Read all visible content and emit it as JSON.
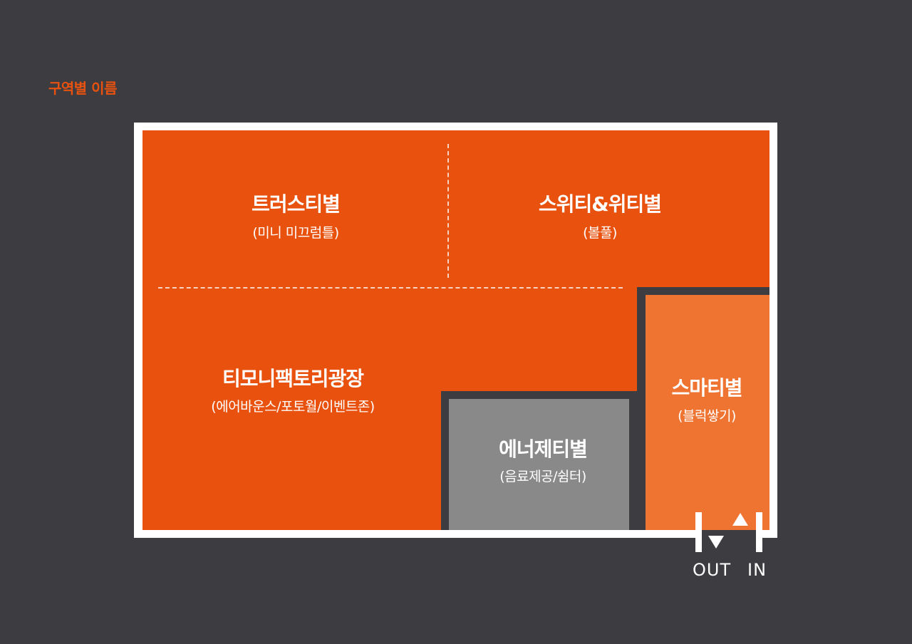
{
  "title": "구역별 이름",
  "zones": {
    "trusty": {
      "name": "트러스티별",
      "sub": "(미니 미끄럼틀)"
    },
    "swity_witty": {
      "name": "스위티&위티별",
      "sub": "(볼풀)"
    },
    "timoni": {
      "name": "티모니팩토리광장",
      "sub": "(에어바운스/포토월/이벤트존)"
    },
    "smarti": {
      "name": "스마티별",
      "sub": "(블럭쌓기)"
    },
    "energy": {
      "name": "에너제티별",
      "sub": "(음료제공/쉼터)"
    }
  },
  "gates": {
    "out": "OUT",
    "in": "IN"
  },
  "colors": {
    "background": "#3d3c41",
    "zone_main": "#e8520e",
    "zone_smarti": "#ef7431",
    "zone_energy": "#898989",
    "frame": "#ffffff"
  }
}
